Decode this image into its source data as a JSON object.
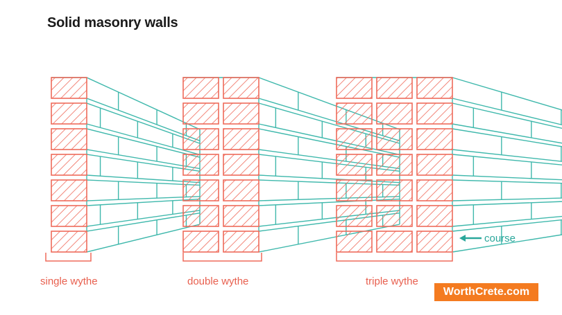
{
  "title": "Solid masonry walls",
  "labels": {
    "single": "single wythe",
    "double": "double wythe",
    "triple": "triple wythe",
    "course": "course"
  },
  "watermark": "WorthCrete.com",
  "colors": {
    "brick_section": "#ef6a5a",
    "brick_face": "#3fb8ac",
    "label_text": "#e8604f",
    "course_text": "#2aa79b",
    "watermark_bg": "#f47b20"
  },
  "walls": [
    {
      "name": "single wythe",
      "wythes": 1,
      "courses": 7
    },
    {
      "name": "double wythe",
      "wythes": 2,
      "courses": 7
    },
    {
      "name": "triple wythe",
      "wythes": 3,
      "courses": 7
    }
  ]
}
